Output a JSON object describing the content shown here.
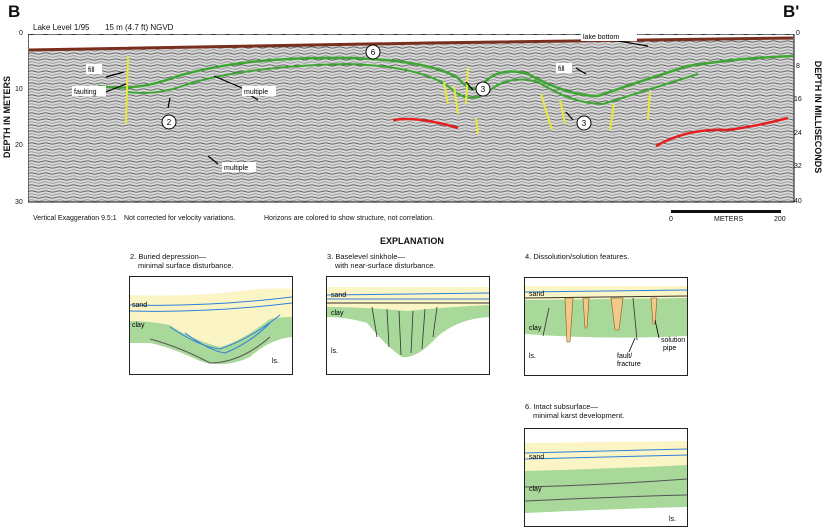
{
  "profile": {
    "start_label": "B",
    "end_label": "B'",
    "lake_level": "Lake Level 1/95",
    "ngvd": "15 m (4.7 ft) NGVD",
    "lake_bottom": "lake bottom",
    "left_axis_title": "DEPTH IN METERS",
    "right_axis_title": "DEPTH IN MILLISECONDS",
    "left_ticks": [
      "0",
      "10",
      "20",
      "30"
    ],
    "right_ticks": [
      "0",
      "8",
      "16",
      "24",
      "32",
      "40"
    ],
    "annotations": {
      "fill_left": "fill",
      "faulting": "faulting",
      "multiple_upper": "multiple",
      "multiple_lower": "multiple",
      "fill_right": "fill"
    },
    "circle_labels": [
      "2",
      "3",
      "3",
      "6"
    ],
    "notes": {
      "vertical_exaggeration": "Vertical Exaggeration 9.5:1",
      "not_corrected": "Not corrected for velocity variations.",
      "horizons": "Horizons are colored to show structure, not correlation."
    },
    "scale": {
      "zero": "0",
      "units": "METERS",
      "max": "200"
    },
    "colors": {
      "lake_bottom": "#7a2e1e",
      "horizon": "#3fa535",
      "fault": "#e8e83a",
      "red_horizon": "#e32020"
    }
  },
  "explanation": {
    "title": "EXPLANATION",
    "panels": [
      {
        "caption_line1": "2. Buried depression—",
        "caption_line2": "minimal surface disturbance.",
        "labels": [
          "sand",
          "clay",
          "ls."
        ]
      },
      {
        "caption_line1": "3. Baselevel sinkhole—",
        "caption_line2": "with near-surface disturbance.",
        "labels": [
          "sand",
          "clay",
          "ls."
        ]
      },
      {
        "caption_line1": "4. Dissolution/solution features.",
        "caption_line2": "",
        "labels": [
          "sand",
          "clay",
          "ls."
        ],
        "callouts": [
          "solution",
          "pipe",
          "fault/",
          "fracture"
        ]
      },
      {
        "caption_line1": "6. Intact subsurface—",
        "caption_line2": "minimal karst development.",
        "labels": [
          "sand",
          "clay",
          "ls."
        ]
      }
    ],
    "colors": {
      "sand": "#fbf5c6",
      "clay": "#a8d89a",
      "water_line": "#2f7fd8"
    }
  }
}
